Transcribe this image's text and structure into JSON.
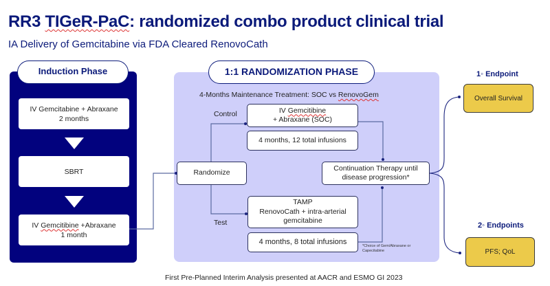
{
  "header": {
    "title_prefix": "RR3 ",
    "title_squiggle": "TIGeR-PaC",
    "title_suffix": ": randomized combo product clinical trial",
    "subtitle": "IA Delivery of Gemcitabine via FDA Cleared RenovoCath"
  },
  "induction": {
    "phase_label": "Induction Phase",
    "steps": [
      {
        "line1": "IV Gemcitabine + Abraxane",
        "line2": "2 months"
      },
      {
        "line1": "SBRT"
      },
      {
        "line1_pre": "IV ",
        "line1_squiggle": "Gemcitibine",
        "line1_post": " +Abraxane",
        "line2": "1 month"
      }
    ]
  },
  "randomization": {
    "phase_label": "1:1 RANDOMIZATION PHASE",
    "maintenance_label_pre": "4-Months Maintenance Treatment: SOC vs ",
    "maintenance_label_squiggle": "RenovoGem",
    "randomize_label": "Randomize",
    "control_label": "Control",
    "test_label": "Test",
    "control_arm": {
      "line1_pre": "IV ",
      "line1_squiggle": "Gemcitibine",
      "line2": "+ Abraxane (SOC)",
      "duration": "4 months, 12 total infusions"
    },
    "test_arm": {
      "line1": "TAMP",
      "line2": "RenovoCath + intra-arterial",
      "line3": "gemcitabine",
      "duration": "4 months, 8 total infusions"
    },
    "continuation": {
      "line1": "Continuation Therapy until",
      "line2": "disease progression*"
    },
    "footnote_line1": "*Choice of Gem/Abraxane or",
    "footnote_line2": "Capecitabine"
  },
  "endpoints": {
    "primary_heading": "1◦ Endpoint",
    "primary_value": "Overall Survival",
    "secondary_heading": "2◦ Endpoints",
    "secondary_value": "PFS; QoL"
  },
  "footer": {
    "note": "First Pre-Planned Interim Analysis presented at AACR and ESMO GI 2023"
  },
  "colors": {
    "navy": "#02027e",
    "title_blue": "#0b1a7a",
    "panel_lavender": "#cfcffa",
    "endpoint_gold": "#ecca4a",
    "connector": "#5a6aa0"
  }
}
